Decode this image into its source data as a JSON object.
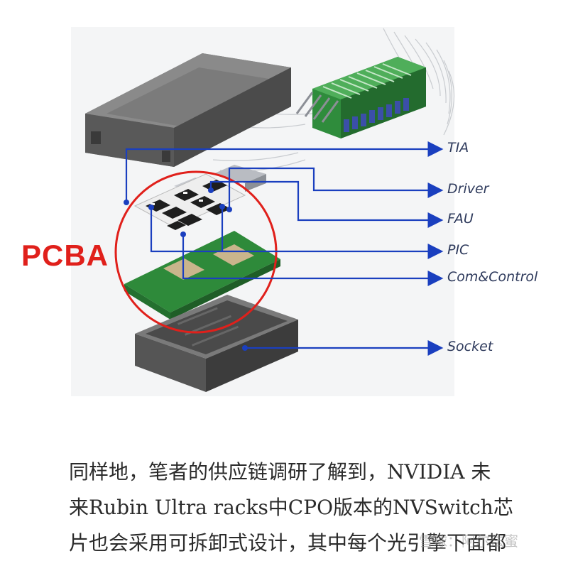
{
  "diagram": {
    "highlight_label": "PCBA",
    "callouts": {
      "tia": "TIA",
      "driver": "Driver",
      "fau": "FAU",
      "pic": "PIC",
      "com_control": "Com&Control",
      "socket": "Socket"
    },
    "colors": {
      "arrow": "#1a3fbf",
      "highlight_circle": "#e0201b",
      "pcb": "#2e8a3a",
      "housing": "#5e5e5e",
      "connector": "#2f8c3c"
    }
  },
  "article": {
    "lines": [
      "同样地，笔者的供应链调研了解到，NVIDIA 未",
      "来Rubin Ultra racks中CPO版本的NVSwitch芯",
      "片也会采用可拆卸式设计，其中每个光引擎下面都"
    ]
  },
  "watermark": "雪球：阿尔法蜜"
}
